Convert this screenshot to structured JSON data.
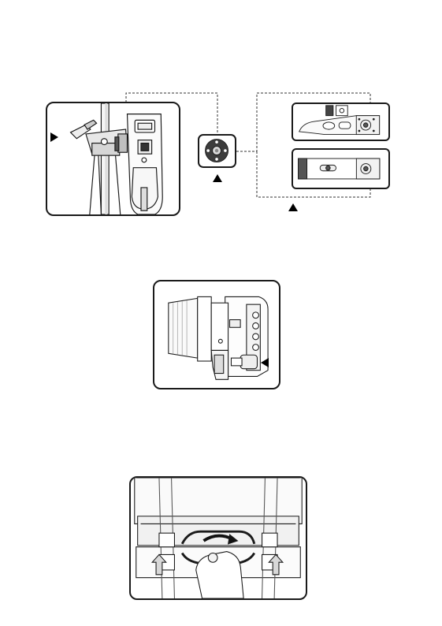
{
  "figures": [
    {
      "id": "fig-1",
      "alt_items": [
        "stand-with-clamp",
        "mounting-plate",
        "plate-option-a",
        "plate-option-b"
      ]
    },
    {
      "id": "fig-2",
      "alt_items": [
        "camera-with-lens"
      ]
    },
    {
      "id": "fig-3",
      "alt_items": [
        "case-latch-open"
      ]
    }
  ],
  "colors": {
    "stroke": "#1a1a1a",
    "fill_light": "#f2f2f2",
    "fill_dark": "#4a4a4a",
    "background": "#ffffff"
  }
}
